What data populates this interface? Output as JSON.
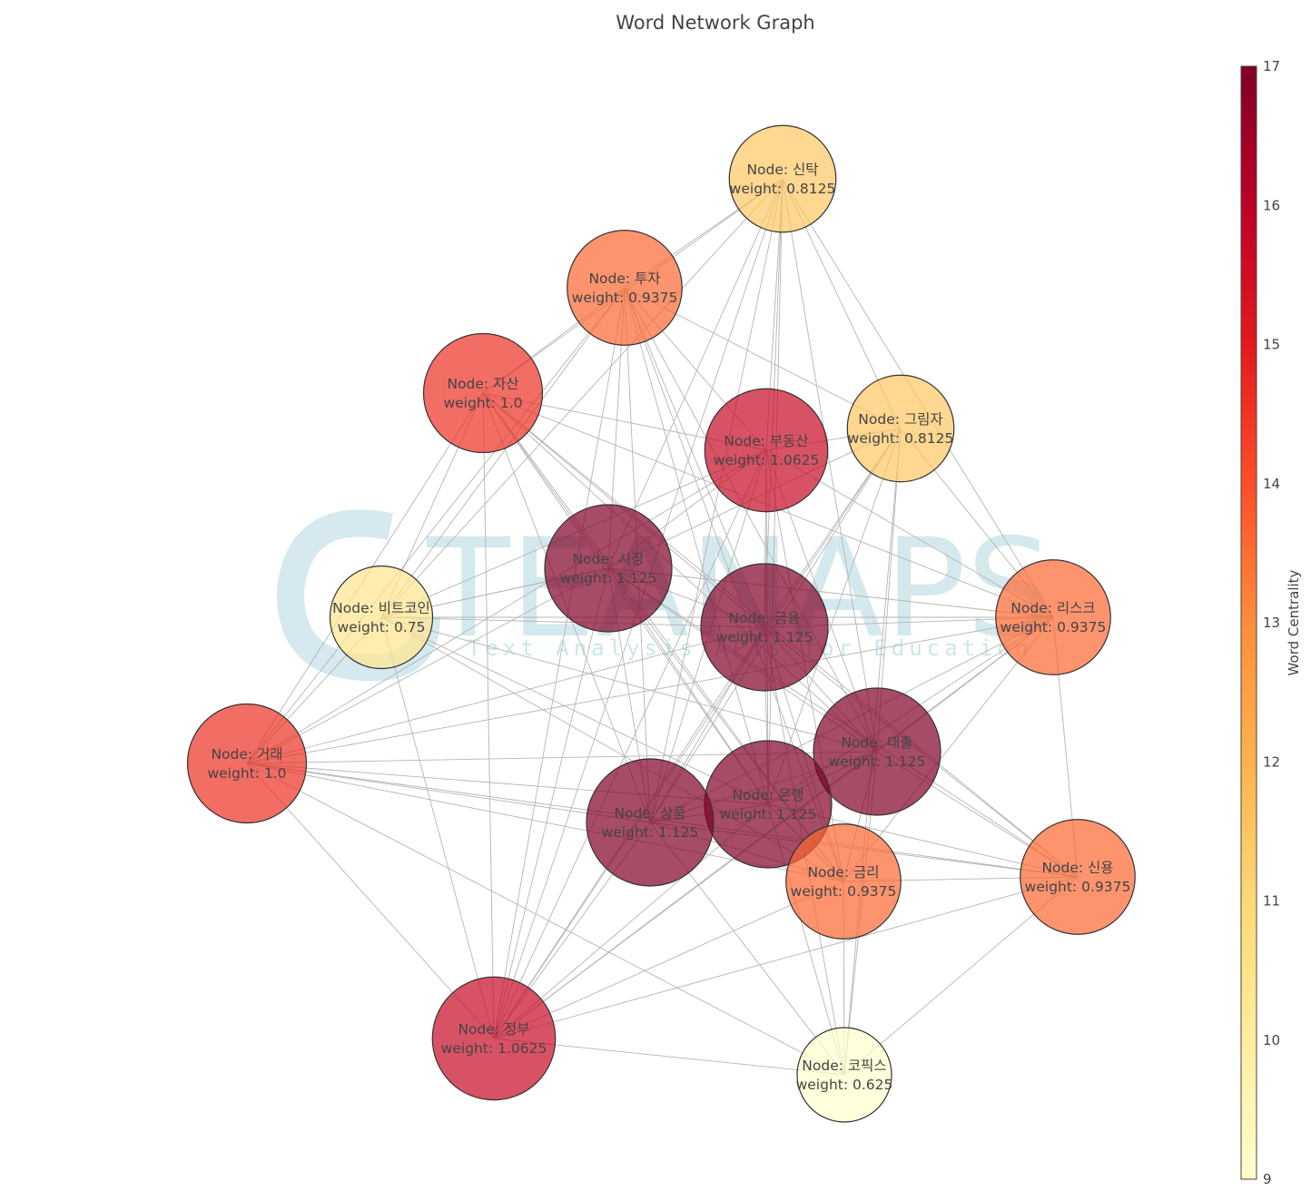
{
  "title": "Word Network Graph",
  "watermark": {
    "brand": "TEANAPS",
    "tagline": "Text Analysis APIs for Education"
  },
  "colorbar": {
    "title": "Word Centrality",
    "min": 9,
    "max": 17,
    "ticks": [
      9,
      10,
      11,
      12,
      13,
      14,
      15,
      16,
      17
    ],
    "colors": [
      "#ffffcc",
      "#ffeda0",
      "#fed976",
      "#feb24c",
      "#fd8d3c",
      "#fc4e2a",
      "#e31a1c",
      "#bd0026",
      "#800026"
    ]
  },
  "chart_data": {
    "type": "network",
    "nodes": [
      {
        "id": "신탁",
        "label": "Node: 신탁",
        "weight_label": "weight: 0.8125",
        "weight": 0.8125,
        "centrality": 11.5
      },
      {
        "id": "투자",
        "label": "Node: 투자",
        "weight_label": "weight: 0.9375",
        "weight": 0.9375,
        "centrality": 13.6
      },
      {
        "id": "자산",
        "label": "Node: 자산",
        "weight_label": "weight: 1.0",
        "weight": 1.0,
        "centrality": 14.6
      },
      {
        "id": "부동산",
        "label": "Node: 부동산",
        "weight_label": "weight: 1.0625",
        "weight": 1.0625,
        "centrality": 15.7
      },
      {
        "id": "그림자",
        "label": "Node: 그림자",
        "weight_label": "weight: 0.8125",
        "weight": 0.8125,
        "centrality": 11.5
      },
      {
        "id": "시장",
        "label": "Node: 시장",
        "weight_label": "weight: 1.125",
        "weight": 1.125,
        "centrality": 17
      },
      {
        "id": "비트코인",
        "label": "Node: 비트코인",
        "weight_label": "weight: 0.75",
        "weight": 0.75,
        "centrality": 10.4
      },
      {
        "id": "금융",
        "label": "Node: 금융",
        "weight_label": "weight: 1.125",
        "weight": 1.125,
        "centrality": 17
      },
      {
        "id": "리스크",
        "label": "Node: 리스크",
        "weight_label": "weight: 0.9375",
        "weight": 0.9375,
        "centrality": 13.6
      },
      {
        "id": "거래",
        "label": "Node: 거래",
        "weight_label": "weight: 1.0",
        "weight": 1.0,
        "centrality": 14.6
      },
      {
        "id": "대출",
        "label": "Node: 대출",
        "weight_label": "weight: 1.125",
        "weight": 1.125,
        "centrality": 17
      },
      {
        "id": "은행",
        "label": "Node: 은행",
        "weight_label": "weight: 1.125",
        "weight": 1.125,
        "centrality": 17
      },
      {
        "id": "상품",
        "label": "Node: 상품",
        "weight_label": "weight: 1.125",
        "weight": 1.125,
        "centrality": 17
      },
      {
        "id": "금리",
        "label": "Node: 금리",
        "weight_label": "weight: 0.9375",
        "weight": 0.9375,
        "centrality": 13.6
      },
      {
        "id": "신용",
        "label": "Node: 신용",
        "weight_label": "weight: 0.9375",
        "weight": 0.9375,
        "centrality": 13.6
      },
      {
        "id": "정부",
        "label": "Node: 정부",
        "weight_label": "weight: 1.0625",
        "weight": 1.0625,
        "centrality": 15.7
      },
      {
        "id": "코픽스",
        "label": "Node: 코픽스",
        "weight_label": "weight: 0.625",
        "weight": 0.625,
        "centrality": 9
      }
    ],
    "edges": [
      [
        "신탁",
        "투자"
      ],
      [
        "신탁",
        "자산"
      ],
      [
        "신탁",
        "부동산"
      ],
      [
        "신탁",
        "시장"
      ],
      [
        "신탁",
        "금융"
      ],
      [
        "신탁",
        "대출"
      ],
      [
        "신탁",
        "은행"
      ],
      [
        "신탁",
        "상품"
      ],
      [
        "신탁",
        "리스크"
      ],
      [
        "신탁",
        "정부"
      ],
      [
        "신탁",
        "비트코인"
      ],
      [
        "신탁",
        "그림자"
      ],
      [
        "투자",
        "자산"
      ],
      [
        "투자",
        "부동산"
      ],
      [
        "투자",
        "시장"
      ],
      [
        "투자",
        "금융"
      ],
      [
        "투자",
        "대출"
      ],
      [
        "투자",
        "은행"
      ],
      [
        "투자",
        "상품"
      ],
      [
        "투자",
        "거래"
      ],
      [
        "투자",
        "비트코인"
      ],
      [
        "투자",
        "정부"
      ],
      [
        "투자",
        "금리"
      ],
      [
        "투자",
        "그림자"
      ],
      [
        "자산",
        "부동산"
      ],
      [
        "자산",
        "시장"
      ],
      [
        "자산",
        "금융"
      ],
      [
        "자산",
        "대출"
      ],
      [
        "자산",
        "은행"
      ],
      [
        "자산",
        "상품"
      ],
      [
        "자산",
        "거래"
      ],
      [
        "자산",
        "정부"
      ],
      [
        "자산",
        "리스크"
      ],
      [
        "자산",
        "금리"
      ],
      [
        "자산",
        "신용"
      ],
      [
        "자산",
        "비트코인"
      ],
      [
        "부동산",
        "시장"
      ],
      [
        "부동산",
        "금융"
      ],
      [
        "부동산",
        "대출"
      ],
      [
        "부동산",
        "은행"
      ],
      [
        "부동산",
        "상품"
      ],
      [
        "부동산",
        "정부"
      ],
      [
        "부동산",
        "그림자"
      ],
      [
        "부동산",
        "리스크"
      ],
      [
        "부동산",
        "금리"
      ],
      [
        "부동산",
        "거래"
      ],
      [
        "부동산",
        "비트코인"
      ],
      [
        "그림자",
        "금융"
      ],
      [
        "그림자",
        "은행"
      ],
      [
        "그림자",
        "대출"
      ],
      [
        "그림자",
        "상품"
      ],
      [
        "그림자",
        "리스크"
      ],
      [
        "그림자",
        "정부"
      ],
      [
        "그림자",
        "코픽스"
      ],
      [
        "그림자",
        "시장"
      ],
      [
        "시장",
        "금융"
      ],
      [
        "시장",
        "대출"
      ],
      [
        "시장",
        "은행"
      ],
      [
        "시장",
        "상품"
      ],
      [
        "시장",
        "거래"
      ],
      [
        "시장",
        "리스크"
      ],
      [
        "시장",
        "비트코인"
      ],
      [
        "시장",
        "정부"
      ],
      [
        "시장",
        "금리"
      ],
      [
        "시장",
        "신용"
      ],
      [
        "비트코인",
        "금융"
      ],
      [
        "비트코인",
        "거래"
      ],
      [
        "비트코인",
        "시장"
      ],
      [
        "비트코인",
        "정부"
      ],
      [
        "비트코인",
        "리스크"
      ],
      [
        "비트코인",
        "은행"
      ],
      [
        "비트코인",
        "대출"
      ],
      [
        "비트코인",
        "금리"
      ],
      [
        "금융",
        "대출"
      ],
      [
        "금융",
        "은행"
      ],
      [
        "금융",
        "상품"
      ],
      [
        "금융",
        "리스크"
      ],
      [
        "금융",
        "정부"
      ],
      [
        "금융",
        "금리"
      ],
      [
        "금융",
        "신용"
      ],
      [
        "금융",
        "거래"
      ],
      [
        "금융",
        "코픽스"
      ],
      [
        "리스크",
        "대출"
      ],
      [
        "리스크",
        "은행"
      ],
      [
        "리스크",
        "상품"
      ],
      [
        "리스크",
        "신용"
      ],
      [
        "리스크",
        "정부"
      ],
      [
        "리스크",
        "금리"
      ],
      [
        "리스크",
        "거래"
      ],
      [
        "거래",
        "은행"
      ],
      [
        "거래",
        "상품"
      ],
      [
        "거래",
        "대출"
      ],
      [
        "거래",
        "금리"
      ],
      [
        "거래",
        "정부"
      ],
      [
        "거래",
        "신용"
      ],
      [
        "대출",
        "은행"
      ],
      [
        "대출",
        "상품"
      ],
      [
        "대출",
        "금리"
      ],
      [
        "대출",
        "신용"
      ],
      [
        "대출",
        "정부"
      ],
      [
        "대출",
        "코픽스"
      ],
      [
        "은행",
        "상품"
      ],
      [
        "은행",
        "금리"
      ],
      [
        "은행",
        "신용"
      ],
      [
        "은행",
        "정부"
      ],
      [
        "은행",
        "코픽스"
      ],
      [
        "상품",
        "금리"
      ],
      [
        "상품",
        "신용"
      ],
      [
        "상품",
        "정부"
      ],
      [
        "상품",
        "코픽스"
      ],
      [
        "금리",
        "신용"
      ],
      [
        "금리",
        "코픽스"
      ],
      [
        "금리",
        "정부"
      ],
      [
        "신용",
        "정부"
      ],
      [
        "신용",
        "코픽스"
      ],
      [
        "정부",
        "코픽스"
      ],
      [
        "거래",
        "코픽스"
      ]
    ]
  }
}
